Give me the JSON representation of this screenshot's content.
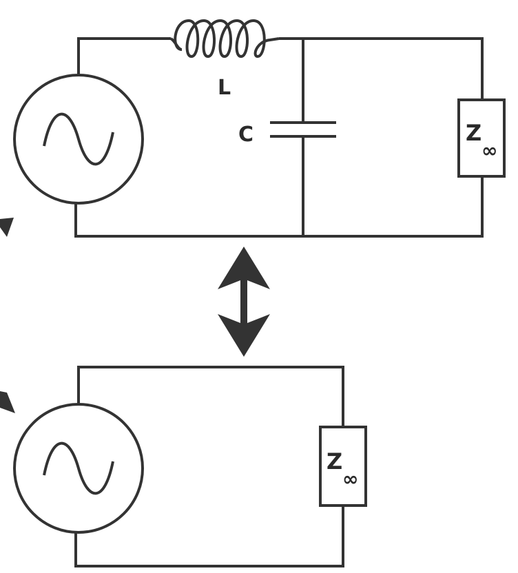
{
  "top_circuit": {
    "inductor_label": "L",
    "capacitor_label": "C",
    "load_label_main": "Z",
    "load_label_sub": "∞"
  },
  "bottom_circuit": {
    "load_label_main": "Z",
    "load_label_sub": "∞"
  },
  "colors": {
    "line": "#333333",
    "text": "#2a2a2a",
    "background": "#ffffff"
  }
}
